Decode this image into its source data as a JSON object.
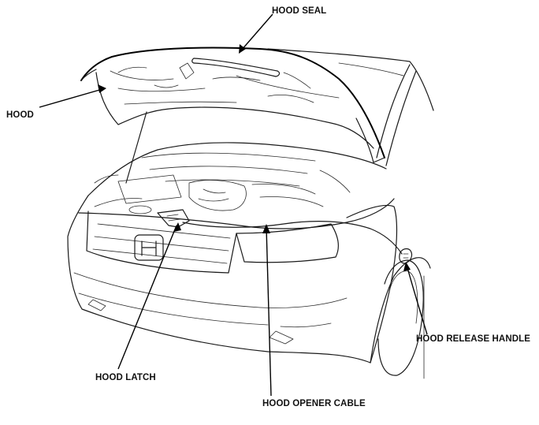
{
  "labels": {
    "hood_seal": "HOOD SEAL",
    "hood": "HOOD",
    "hood_release_handle": "HOOD RELEASE HANDLE",
    "hood_latch": "HOOD LATCH",
    "hood_opener_cable": "HOOD OPENER CABLE"
  },
  "colors": {
    "line": "#1a1a1a",
    "background": "#ffffff"
  }
}
